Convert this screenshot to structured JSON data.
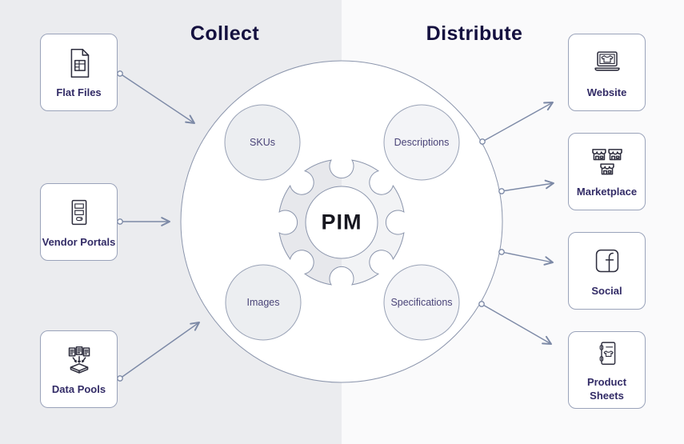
{
  "titles": {
    "collect": "Collect",
    "distribute": "Distribute"
  },
  "hub": {
    "label": "PIM",
    "data_types": [
      "SKUs",
      "Descriptions",
      "Images",
      "Specifications"
    ]
  },
  "sources": [
    {
      "label": "Flat Files",
      "icon": "flat-file-icon"
    },
    {
      "label": "Vendor Portals",
      "icon": "server-icon"
    },
    {
      "label": "Data Pools",
      "icon": "data-pool-icon"
    }
  ],
  "destinations": [
    {
      "label": "Website",
      "icon": "laptop-icon"
    },
    {
      "label": "Marketplace",
      "icon": "stores-icon"
    },
    {
      "label": "Social",
      "icon": "facebook-icon"
    },
    {
      "label": "Product Sheets",
      "icon": "product-sheet-icon"
    }
  ],
  "colors": {
    "background_left": "#ebecef",
    "background_right": "#fafafb",
    "title_text": "#14103f",
    "node_label_text": "#322b66",
    "circle_label_text": "#4a4478",
    "connector_line": "#7c89a6",
    "node_border": "#9aa3ba",
    "hub_stroke": "#8b95ac",
    "gear_fill_left": "#e7e8ec",
    "gear_fill_right": "#f2f3f5",
    "icon_stroke": "#2e2e3e"
  }
}
